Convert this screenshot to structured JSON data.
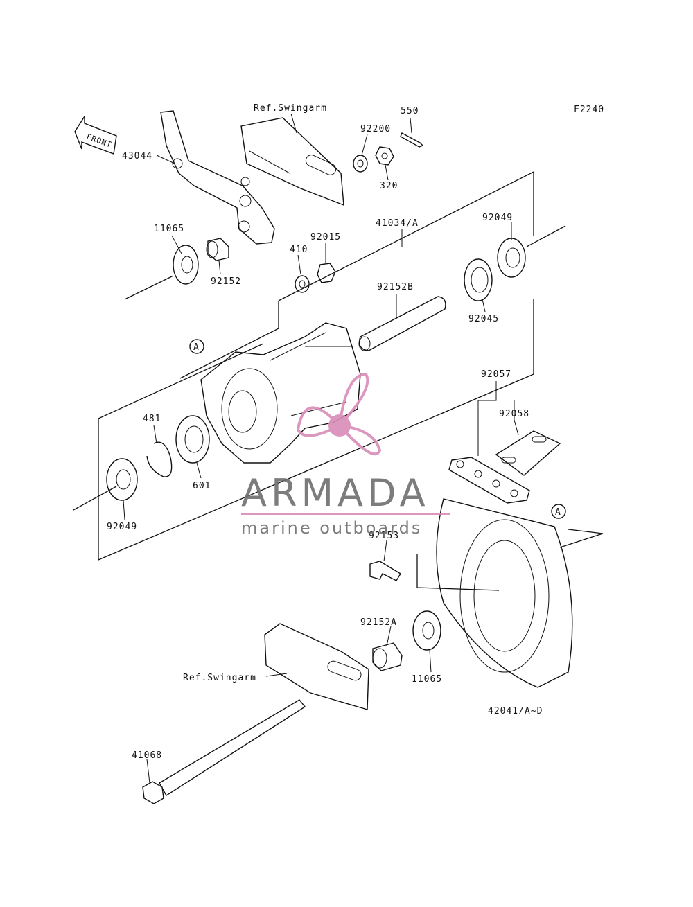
{
  "diagram_id": "F2240",
  "front_label": "FRONT",
  "ref_marks": [
    "A",
    "A"
  ],
  "parts": {
    "p43044": "43044",
    "ref_swingarm_top": "Ref.Swingarm",
    "p92200": "92200",
    "p550": "550",
    "p320": "320",
    "p41034": "41034/A",
    "p92049_top": "92049",
    "p11065_top": "11065",
    "p92152": "92152",
    "p410": "410",
    "p92015": "92015",
    "p92152B": "92152B",
    "p92045": "92045",
    "p92057": "92057",
    "p92058": "92058",
    "p481": "481",
    "p601": "601",
    "p92049_bottom": "92049",
    "p92153": "92153",
    "p92152A": "92152A",
    "p11065_bottom": "11065",
    "ref_swingarm_bottom": "Ref.Swingarm",
    "p42041": "42041/A~D",
    "p41068": "41068"
  },
  "watermark": {
    "brand": "ARMADA",
    "tagline": "marine outboards",
    "accent_color": "#d98cb8",
    "text_color": "#6e6e6e"
  }
}
